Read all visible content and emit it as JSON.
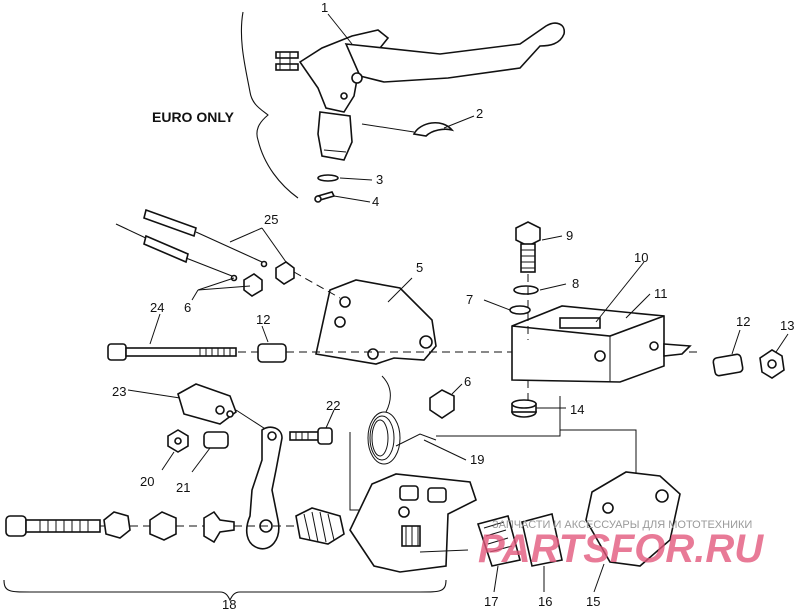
{
  "diagram": {
    "section_label": "EURO ONLY",
    "callouts": {
      "c1": "1",
      "c2": "2",
      "c3": "3",
      "c4": "4",
      "c5": "5",
      "c6a": "6",
      "c6b": "6",
      "c7": "7",
      "c8": "8",
      "c9": "9",
      "c10": "10",
      "c11": "11",
      "c12a": "12",
      "c12b": "12",
      "c13": "13",
      "c14": "14",
      "c15": "15",
      "c16": "16",
      "c17": "17",
      "c18": "18",
      "c19": "19",
      "c20": "20",
      "c21": "21",
      "c22": "22",
      "c23": "23",
      "c24": "24",
      "c25": "25"
    }
  },
  "watermark": {
    "tagline": "ЗАПЧАСТИ И АКСЕССУАРЫ ДЛЯ МОТОТЕХНИКИ",
    "site": "PARTSFOR.RU"
  }
}
